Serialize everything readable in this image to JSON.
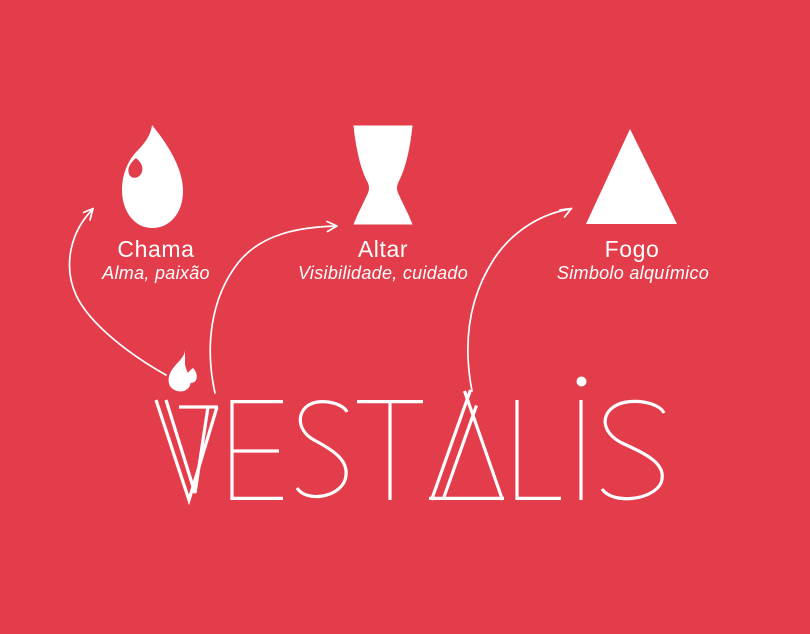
{
  "board": {
    "background_color": "#E33C4A",
    "foreground_color": "#FFFFFF"
  },
  "symbols": [
    {
      "icon": "flame-icon",
      "label": "Chama",
      "subtitle": "Alma, paixão"
    },
    {
      "icon": "altar-icon",
      "label": "Altar",
      "subtitle": "Visibilidade, cuidado"
    },
    {
      "icon": "fire-triangle-icon",
      "label": "Fogo",
      "subtitle": "Simbolo alquímico"
    }
  ],
  "logo": {
    "text": "VESTALIS",
    "marks": [
      "logo-flame-icon",
      "i-dot"
    ]
  },
  "arrows": [
    {
      "name": "arrow-to-flame",
      "from": "logo V flame",
      "to": "Chama"
    },
    {
      "name": "arrow-to-altar",
      "from": "logo",
      "to": "Altar"
    },
    {
      "name": "arrow-to-triangle",
      "from": "logo A",
      "to": "Fogo"
    }
  ]
}
